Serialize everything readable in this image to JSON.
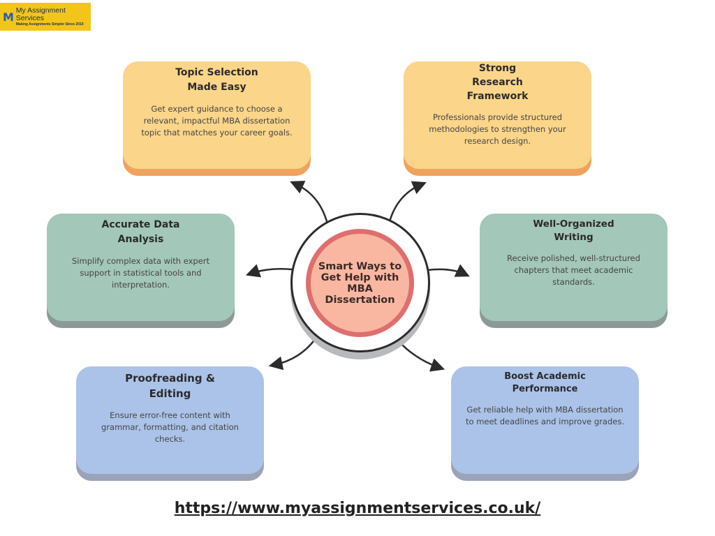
{
  "logo": {
    "mark": "M",
    "title": "My Assignment Services",
    "tagline": "Making Assignments Simpler Since 2010"
  },
  "center": {
    "title": "Smart Ways to Get Help with MBA Dissertation"
  },
  "cards": [
    {
      "title": "Topic Selection Made Easy",
      "text": "Get expert guidance to choose a relevant, impactful MBA dissertation topic that matches your career goals."
    },
    {
      "title": "Strong Research Framework",
      "text": "Professionals provide structured methodologies to strengthen your research design."
    },
    {
      "title": "Accurate Data Analysis",
      "text": "Simplify complex data with expert support in statistical tools and interpretation."
    },
    {
      "title": "Well-Organized Writing",
      "text": "Receive polished, well-structured chapters that meet academic standards."
    },
    {
      "title": "Proofreading & Editing",
      "text": "Ensure error-free content with grammar, formatting, and citation checks."
    },
    {
      "title": "Boost Academic Performance",
      "text": "Get reliable help with MBA dissertation to meet deadlines and improve grades."
    }
  ],
  "footer": {
    "url": "https://www.myassignmentservices.co.uk/"
  },
  "colors": {
    "yellow": "#fbd58a",
    "green": "#a3c7b9",
    "blue": "#abc3e9",
    "center": "#f9b7a2",
    "ring": "#de6f6f"
  }
}
